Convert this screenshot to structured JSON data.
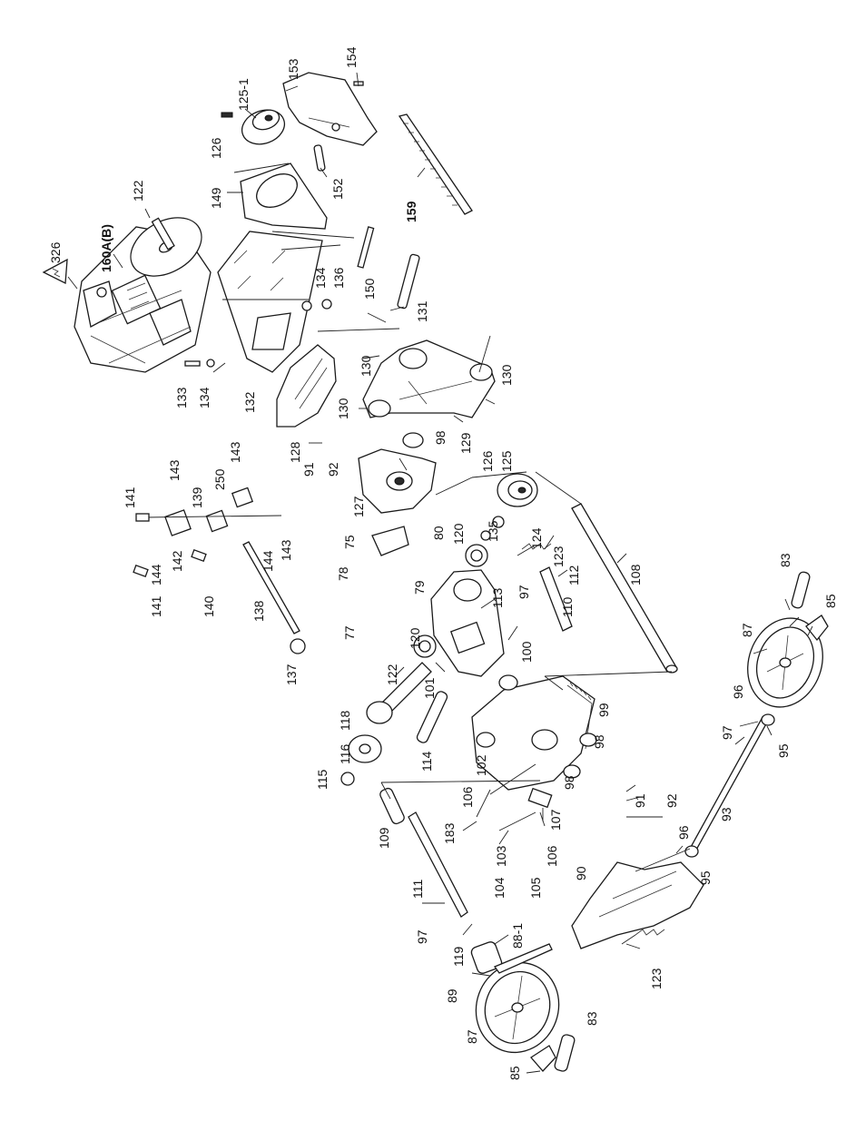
{
  "diagram": {
    "labels": [
      {
        "id": "l326",
        "text": "326"
      },
      {
        "id": "l160",
        "text": "160A(B)"
      },
      {
        "id": "l122a",
        "text": "122"
      },
      {
        "id": "l149",
        "text": "149"
      },
      {
        "id": "l126a",
        "text": "126"
      },
      {
        "id": "l1251",
        "text": "125-1"
      },
      {
        "id": "l153",
        "text": "153"
      },
      {
        "id": "l154",
        "text": "154"
      },
      {
        "id": "l152",
        "text": "152"
      },
      {
        "id": "l159",
        "text": "159"
      },
      {
        "id": "l150",
        "text": "150"
      },
      {
        "id": "l131",
        "text": "131"
      },
      {
        "id": "l134a",
        "text": "134"
      },
      {
        "id": "l136",
        "text": "136"
      },
      {
        "id": "l133",
        "text": "133"
      },
      {
        "id": "l134b",
        "text": "134"
      },
      {
        "id": "l132",
        "text": "132"
      },
      {
        "id": "l130a",
        "text": "130"
      },
      {
        "id": "l130b",
        "text": "130"
      },
      {
        "id": "l130c",
        "text": "130"
      },
      {
        "id": "l129",
        "text": "129"
      },
      {
        "id": "l98a",
        "text": "98"
      },
      {
        "id": "l128",
        "text": "128"
      },
      {
        "id": "l91a",
        "text": "91"
      },
      {
        "id": "l92a",
        "text": "92"
      },
      {
        "id": "l127",
        "text": "127"
      },
      {
        "id": "l126b",
        "text": "126"
      },
      {
        "id": "l125",
        "text": "125"
      },
      {
        "id": "l124",
        "text": "124"
      },
      {
        "id": "l141a",
        "text": "141"
      },
      {
        "id": "l143a",
        "text": "143"
      },
      {
        "id": "l250",
        "text": "250"
      },
      {
        "id": "l143b",
        "text": "143"
      },
      {
        "id": "l139",
        "text": "139"
      },
      {
        "id": "l143c",
        "text": "143"
      },
      {
        "id": "l144a",
        "text": "144"
      },
      {
        "id": "l142",
        "text": "142"
      },
      {
        "id": "l144b",
        "text": "144"
      },
      {
        "id": "l141b",
        "text": "141"
      },
      {
        "id": "l140",
        "text": "140"
      },
      {
        "id": "l138",
        "text": "138"
      },
      {
        "id": "l137",
        "text": "137"
      },
      {
        "id": "l75",
        "text": "75"
      },
      {
        "id": "l80",
        "text": "80"
      },
      {
        "id": "l78",
        "text": "78"
      },
      {
        "id": "l79",
        "text": "79"
      },
      {
        "id": "l77",
        "text": "77"
      },
      {
        "id": "l135",
        "text": "135"
      },
      {
        "id": "l123a",
        "text": "123"
      },
      {
        "id": "l120a",
        "text": "120"
      },
      {
        "id": "l97a",
        "text": "97"
      },
      {
        "id": "l112",
        "text": "112"
      },
      {
        "id": "l113",
        "text": "113"
      },
      {
        "id": "l110",
        "text": "110"
      },
      {
        "id": "l108",
        "text": "108"
      },
      {
        "id": "l120b",
        "text": "120"
      },
      {
        "id": "l122b",
        "text": "122"
      },
      {
        "id": "l101",
        "text": "101"
      },
      {
        "id": "l100",
        "text": "100"
      },
      {
        "id": "l118",
        "text": "118"
      },
      {
        "id": "l116",
        "text": "116"
      },
      {
        "id": "l115",
        "text": "115"
      },
      {
        "id": "l114",
        "text": "114"
      },
      {
        "id": "l99",
        "text": "99"
      },
      {
        "id": "l98b",
        "text": "98"
      },
      {
        "id": "l102",
        "text": "102"
      },
      {
        "id": "l98c",
        "text": "98"
      },
      {
        "id": "l83a",
        "text": "83"
      },
      {
        "id": "l85a",
        "text": "85"
      },
      {
        "id": "l87a",
        "text": "87"
      },
      {
        "id": "l96a",
        "text": "96"
      },
      {
        "id": "l97b",
        "text": "97"
      },
      {
        "id": "l95a",
        "text": "95"
      },
      {
        "id": "l106a",
        "text": "106"
      },
      {
        "id": "l107",
        "text": "107"
      },
      {
        "id": "l109",
        "text": "109"
      },
      {
        "id": "l183",
        "text": "183"
      },
      {
        "id": "l103",
        "text": "103"
      },
      {
        "id": "l106b",
        "text": "106"
      },
      {
        "id": "l104",
        "text": "104"
      },
      {
        "id": "l105",
        "text": "105"
      },
      {
        "id": "l91b",
        "text": "91"
      },
      {
        "id": "l92b",
        "text": "92"
      },
      {
        "id": "l93",
        "text": "93"
      },
      {
        "id": "l96b",
        "text": "96"
      },
      {
        "id": "l95b",
        "text": "95"
      },
      {
        "id": "l111",
        "text": "111"
      },
      {
        "id": "l90",
        "text": "90"
      },
      {
        "id": "l97c",
        "text": "97"
      },
      {
        "id": "l119",
        "text": "119"
      },
      {
        "id": "l881",
        "text": "88-1"
      },
      {
        "id": "l123b",
        "text": "123"
      },
      {
        "id": "l89",
        "text": "89"
      },
      {
        "id": "l87b",
        "text": "87"
      },
      {
        "id": "l83b",
        "text": "83"
      },
      {
        "id": "l85b",
        "text": "85"
      }
    ]
  }
}
